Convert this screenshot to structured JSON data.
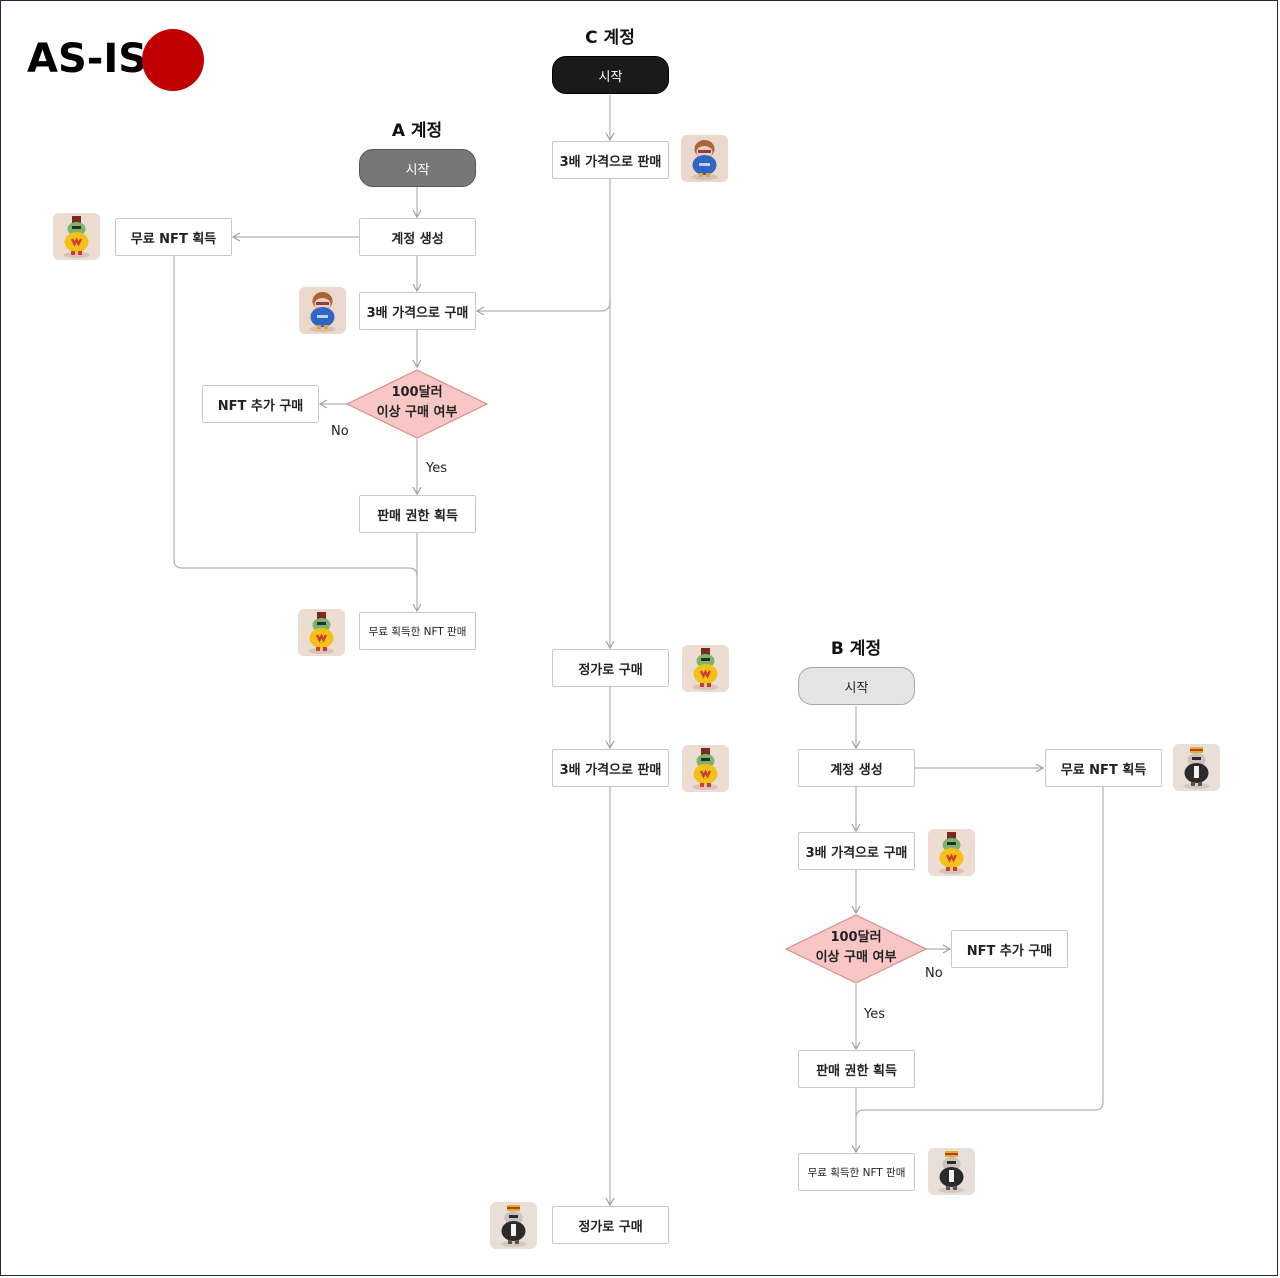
{
  "header": {
    "title": "AS-IS",
    "status_color": "#c00000"
  },
  "lanes": {
    "a": "A 계정",
    "b": "B 계정",
    "c": "C 계정"
  },
  "a_flow": {
    "start": "시작",
    "create": "계정 생성",
    "free_nft": "무료 NFT 획득",
    "buy_3x": "3배 가격으로 구매",
    "decision_line1": "100달러",
    "decision_line2": "이상 구매 여부",
    "extra_buy": "NFT 추가 구매",
    "no": "No",
    "yes": "Yes",
    "permission": "판매 권한 획득",
    "sell_free": "무료 획득한 NFT 판매"
  },
  "c_flow": {
    "start": "시작",
    "sell_3x_1": "3배 가격으로 판매",
    "buy_regular_1": "정가로 구매",
    "sell_3x_2": "3배 가격으로 판매",
    "buy_regular_2": "정가로 구매"
  },
  "b_flow": {
    "start": "시작",
    "create": "계정 생성",
    "free_nft": "무료 NFT 획득",
    "buy_3x": "3배 가격으로 구매",
    "decision_line1": "100달러",
    "decision_line2": "이상 구매 여부",
    "extra_buy": "NFT 추가 구매",
    "no": "No",
    "yes": "Yes",
    "permission": "판매 권한 획득",
    "sell_free": "무료 획득한 NFT 판매"
  },
  "avatars": {
    "yellow": "yellow-m-character-icon",
    "blue": "blue-shirt-character-icon",
    "black": "black-suit-character-icon"
  },
  "colors": {
    "decision_fill": "#f8c6c4",
    "decision_stroke": "#d98e8a",
    "connector": "#a8a8a8"
  }
}
